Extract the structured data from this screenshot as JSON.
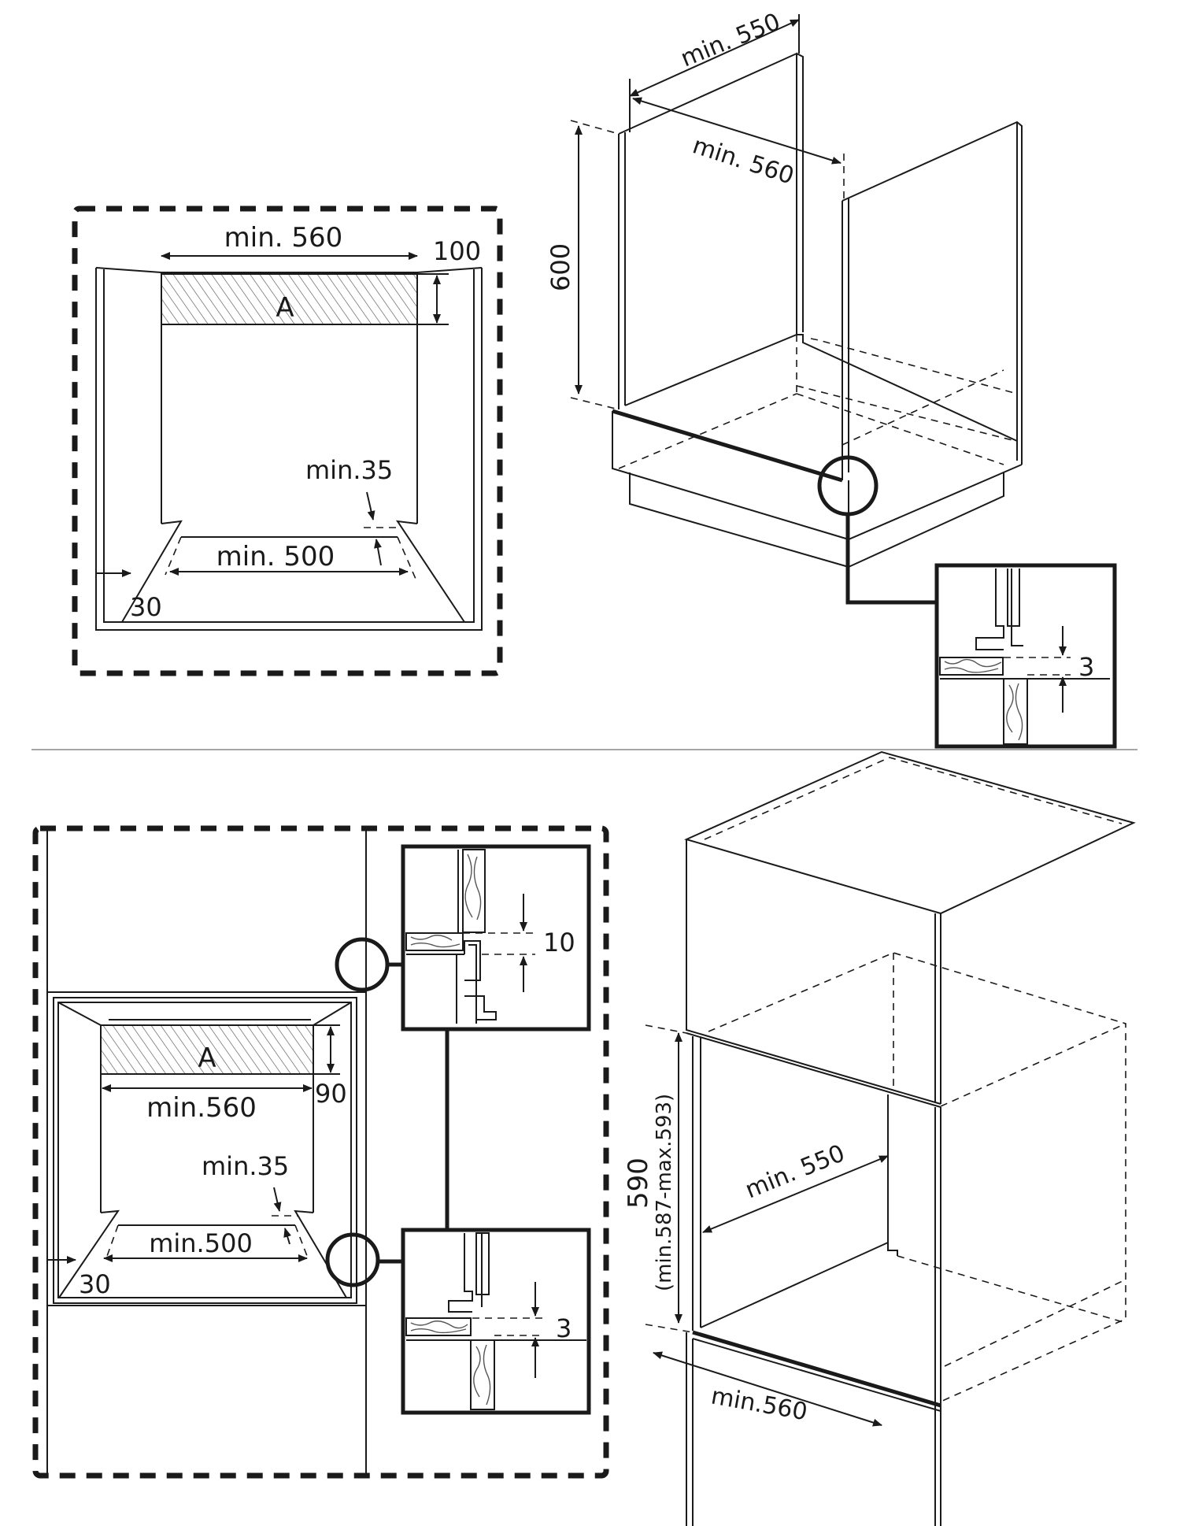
{
  "colors": {
    "line": "#1a1a1a",
    "background": "#ffffff",
    "hatch": "#555555"
  },
  "top_left": {
    "width_label": "min. 560",
    "height_label": "100",
    "zone_label": "A",
    "gap_label": "min.35",
    "bottom_label": "min. 500",
    "side_label": "30"
  },
  "top_right": {
    "depth_top_label": "min. 550",
    "width_label": "min. 560",
    "height_label": "600",
    "detail_gap_label": "3"
  },
  "bottom_left": {
    "zone_label": "A",
    "width_label": "min.560",
    "height_label": "90",
    "gap_label": "min.35",
    "bottom_label": "min.500",
    "side_label": "30",
    "detail_top_gap_label": "10",
    "detail_bottom_gap_label": "3"
  },
  "bottom_right": {
    "height_label": "590",
    "height_range_label": "(min.587-max.593)",
    "depth_label": "min. 550",
    "width_label": "min.560"
  }
}
